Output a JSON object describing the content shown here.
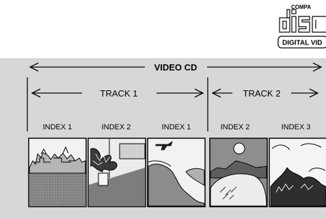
{
  "logo": {
    "lines": [
      "COMPACT",
      "disc",
      "DIGITAL VIDEO"
    ],
    "visible_text": [
      "COMPA",
      "disc",
      "DIGITAL VID"
    ]
  },
  "diagram": {
    "video_cd_label": "VIDEO CD",
    "tracks": [
      {
        "label": "TRACK 1"
      },
      {
        "label": "TRACK 2"
      }
    ],
    "indexes": [
      "INDEX 1",
      "INDEX 2",
      "INDEX 1",
      "INDEX 2",
      "INDEX 3"
    ],
    "thumbnails": [
      {
        "icon": "city-skyline-icon"
      },
      {
        "icon": "potted-plant-room-icon"
      },
      {
        "icon": "plane-coast-icon"
      },
      {
        "icon": "moon-landscape-icon"
      },
      {
        "icon": "tree-scene-icon"
      }
    ]
  },
  "colors": {
    "panel": "#d7d7d7",
    "ink": "#000000",
    "thumb_light": "#cfcfcf",
    "thumb_dark": "#7a7a7a"
  }
}
